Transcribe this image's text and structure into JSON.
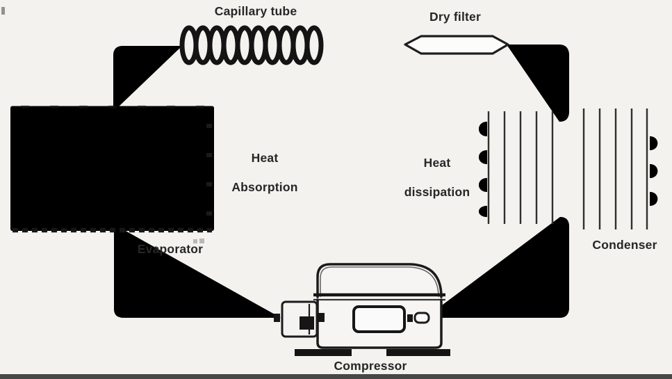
{
  "diagram": {
    "type": "refrigeration-cycle-schematic",
    "labels": {
      "capillary_tube": "Capillary tube",
      "dry_filter": "Dry filter",
      "heat_absorption": {
        "line1": "Heat",
        "line2": "Absorption"
      },
      "heat_dissipation": {
        "line1": "Heat",
        "line2": "dissipation"
      },
      "evaporator": "Evaporator",
      "condenser": "Condenser",
      "compressor": "Compressor"
    },
    "colors": {
      "background": "#f3f2ef",
      "ink": "#1b1b1b",
      "text": "#262626",
      "bottom_bar": "#474747"
    }
  }
}
